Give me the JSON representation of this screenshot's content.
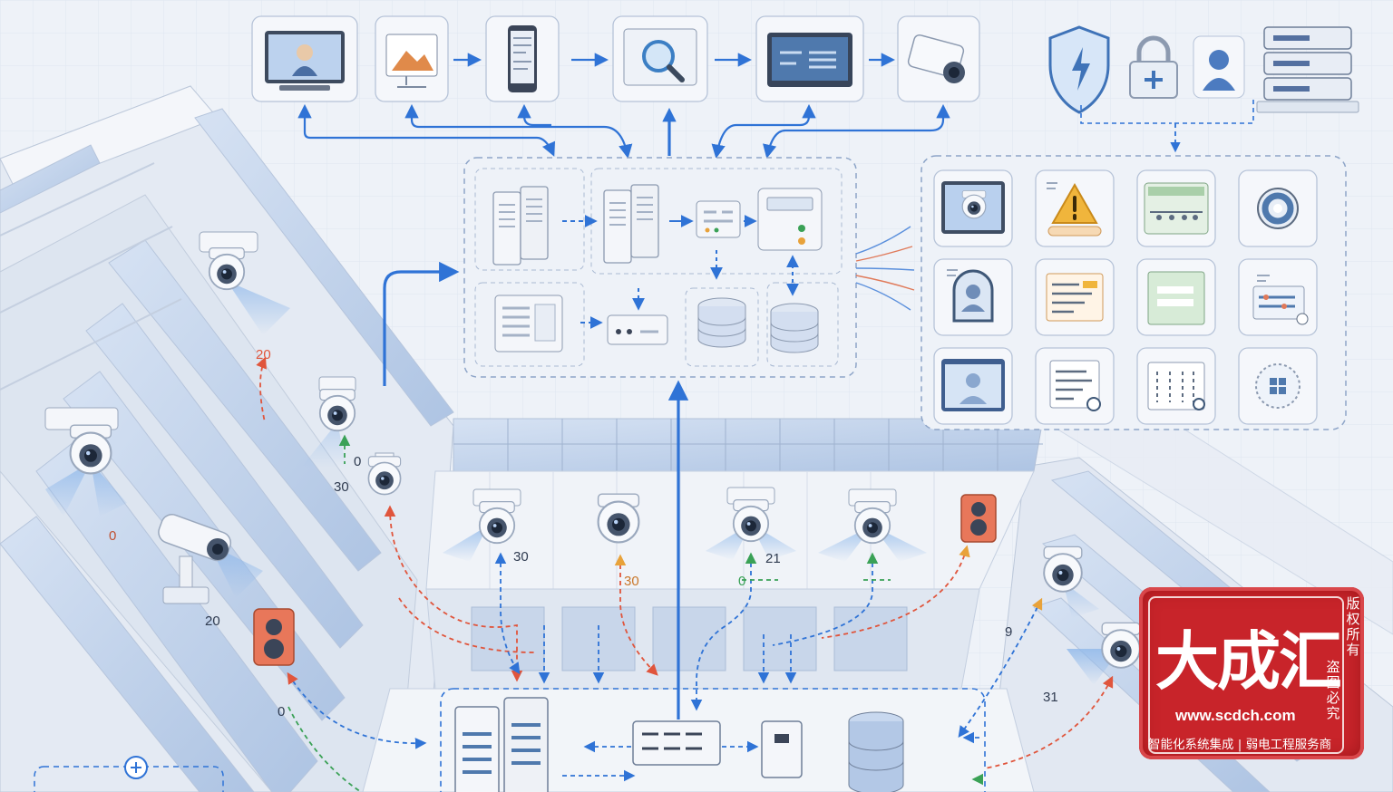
{
  "diagram": {
    "camera_labels": [
      "20",
      "30",
      "30",
      "21",
      "9",
      "31",
      "20",
      "30",
      "0",
      "0",
      "0",
      "0"
    ],
    "colors": {
      "background": "#eef2f8",
      "building_face": "#e6ebf3",
      "glass": "#c3d3ea",
      "node_stroke": "#8ea5c8",
      "flow_blue": "#2f73d6",
      "flow_red": "#e0553c",
      "flow_green": "#3aa156",
      "flow_orange": "#e8a23a",
      "stamp_red": "#c8242a"
    },
    "top_pipeline_icons": [
      "monitor-video-icon",
      "image-viewer-icon",
      "mobile-phone-icon",
      "search-magnifier-icon",
      "display-dashboard-icon",
      "camera-icon"
    ],
    "security_icons": [
      "shield-lightning-icon",
      "padlock-icon",
      "user-profile-icon",
      "server-stack-icon"
    ],
    "function_grid_icons": [
      "live-camera-icon",
      "warning-alert-icon",
      "timeline-icon",
      "ring-icon",
      "face-id-icon",
      "list-panel-icon",
      "layout-grid-icon",
      "settings-sliders-icon",
      "video-call-icon",
      "report-doc-icon",
      "checklist-icon",
      "globe-grid-icon"
    ]
  },
  "watermark": {
    "brand": "大成汇",
    "url": "www.scdch.com",
    "side_left": "版权所有",
    "side_right": "盗图必究",
    "tagline": "智能化系统集成 | 弱电工程服务商"
  }
}
